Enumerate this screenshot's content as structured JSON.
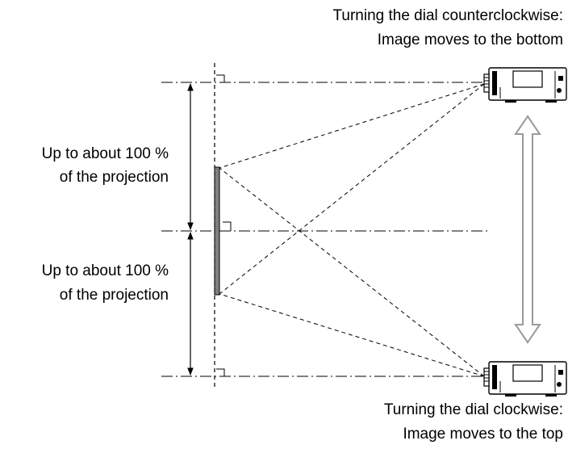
{
  "captions": {
    "top_line1": "Turning the dial counterclockwise:",
    "top_line2": "Image moves to the bottom",
    "bottom_line1": "Turning the dial clockwise:",
    "bottom_line2": "Image moves to the top"
  },
  "range_labels": {
    "upper_line1": "Up to about 100 %",
    "upper_line2": "of the projection",
    "lower_line1": "Up to about 100 %",
    "lower_line2": "of the projection"
  },
  "colors": {
    "line": "#000000",
    "screen": "#808080",
    "double_arrow": "#9a9a9a"
  }
}
